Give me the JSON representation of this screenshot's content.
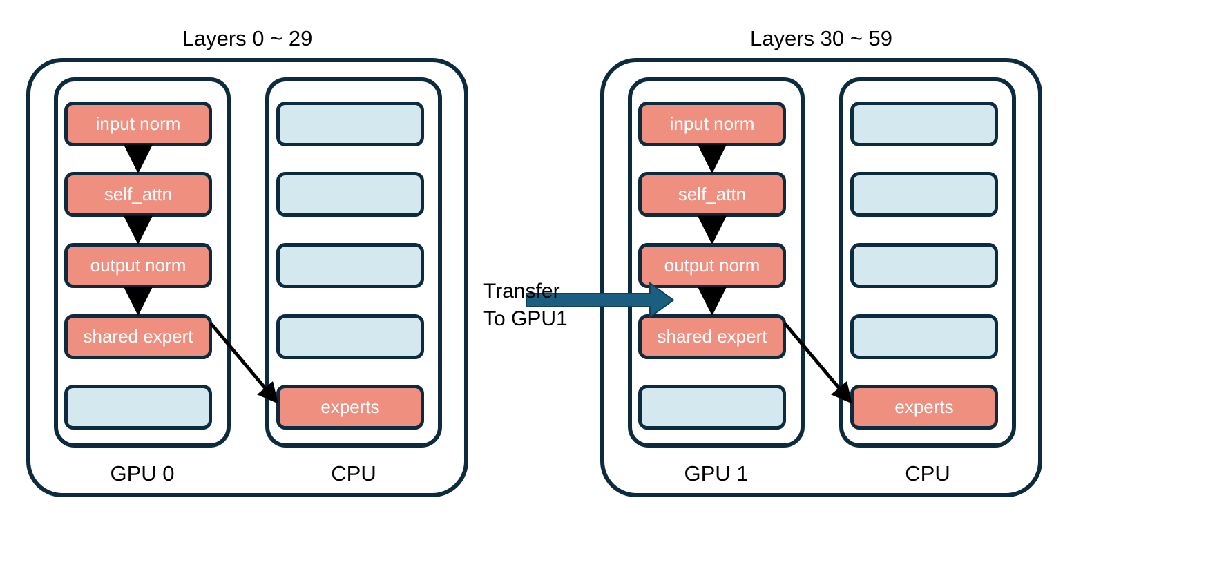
{
  "diagram": {
    "title": "Layer-wise MoE expert offloading across GPU and CPU",
    "colors": {
      "active_fill": "#ee8f80",
      "idle_fill": "#d3e8ef",
      "stroke": "#0d2b3e",
      "transfer_arrow": "#1a5f80",
      "flow_arrow": "#000000",
      "text_on_block": "#ffffff",
      "label_text": "#000000",
      "background": "#ffffff"
    },
    "groups": [
      {
        "id": "group-left",
        "title": "Layers 0 ~ 29",
        "columns": [
          {
            "id": "gpu-0",
            "label": "GPU 0",
            "kind": "gpu",
            "slots": [
              {
                "label": "input norm",
                "state": "active"
              },
              {
                "label": "self_attn",
                "state": "active"
              },
              {
                "label": "output norm",
                "state": "active"
              },
              {
                "label": "shared expert",
                "state": "active"
              },
              {
                "label": "",
                "state": "idle"
              }
            ]
          },
          {
            "id": "cpu-left",
            "label": "CPU",
            "kind": "cpu",
            "slots": [
              {
                "label": "",
                "state": "idle"
              },
              {
                "label": "",
                "state": "idle"
              },
              {
                "label": "",
                "state": "idle"
              },
              {
                "label": "",
                "state": "idle"
              },
              {
                "label": "experts",
                "state": "active"
              }
            ]
          }
        ]
      },
      {
        "id": "group-right",
        "title": "Layers 30 ~ 59",
        "columns": [
          {
            "id": "gpu-1",
            "label": "GPU 1",
            "kind": "gpu",
            "slots": [
              {
                "label": "input norm",
                "state": "active"
              },
              {
                "label": "self_attn",
                "state": "active"
              },
              {
                "label": "output norm",
                "state": "active"
              },
              {
                "label": "shared expert",
                "state": "active"
              },
              {
                "label": "",
                "state": "idle"
              }
            ]
          },
          {
            "id": "cpu-right",
            "label": "CPU",
            "kind": "cpu",
            "slots": [
              {
                "label": "",
                "state": "idle"
              },
              {
                "label": "",
                "state": "idle"
              },
              {
                "label": "",
                "state": "idle"
              },
              {
                "label": "",
                "state": "idle"
              },
              {
                "label": "experts",
                "state": "active"
              }
            ]
          }
        ]
      }
    ],
    "transfer": {
      "label_line1": "Transfer",
      "label_line2": "To GPU1",
      "direction": "left-to-right"
    }
  }
}
